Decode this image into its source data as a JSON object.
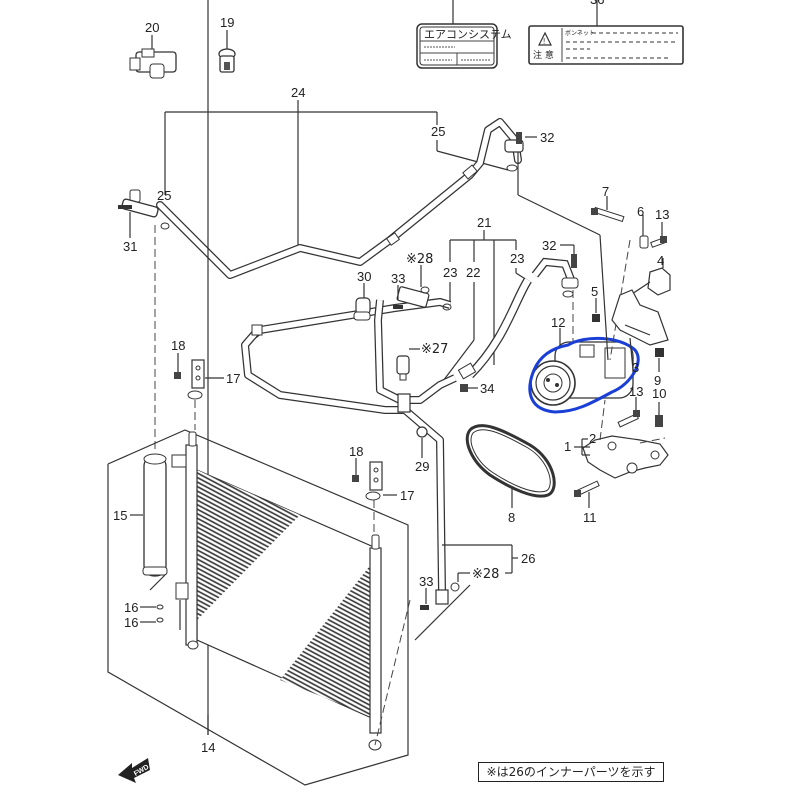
{
  "diagram": {
    "title": "Air conditioning system parts diagram",
    "highlight_color": "#1a3fd6",
    "line_color": "#333333",
    "note": "※は26のインナーパーツを示す",
    "fwd_label": "FWD",
    "labels": {
      "label_left_text": "エアコンシステム",
      "label_right_text": "ボンネット",
      "label_right_caution": "注 意",
      "top_left_ref": "",
      "top_right_ref": "36"
    },
    "callouts": {
      "c1": "1",
      "c2": "2",
      "c3": "3",
      "c4": "4",
      "c5": "5",
      "c6": "6",
      "c7": "7",
      "c8": "8",
      "c9": "9",
      "c10": "10",
      "c11": "11",
      "c12": "12",
      "c13a": "13",
      "c13b": "13",
      "c14": "14",
      "c15": "15",
      "c16a": "16",
      "c16b": "16",
      "c17a": "17",
      "c17b": "17",
      "c18a": "18",
      "c18b": "18",
      "c19": "19",
      "c20": "20",
      "c21": "21",
      "c22": "22",
      "c23a": "23",
      "c23b": "23",
      "c24": "24",
      "c25a": "25",
      "c25b": "25",
      "c26": "26",
      "c27": "※27",
      "c28a": "※28",
      "c28b": "※28",
      "c29": "29",
      "c30": "30",
      "c31": "31",
      "c32a": "32",
      "c32b": "32",
      "c33a": "33",
      "c33b": "33",
      "c34": "34"
    }
  }
}
